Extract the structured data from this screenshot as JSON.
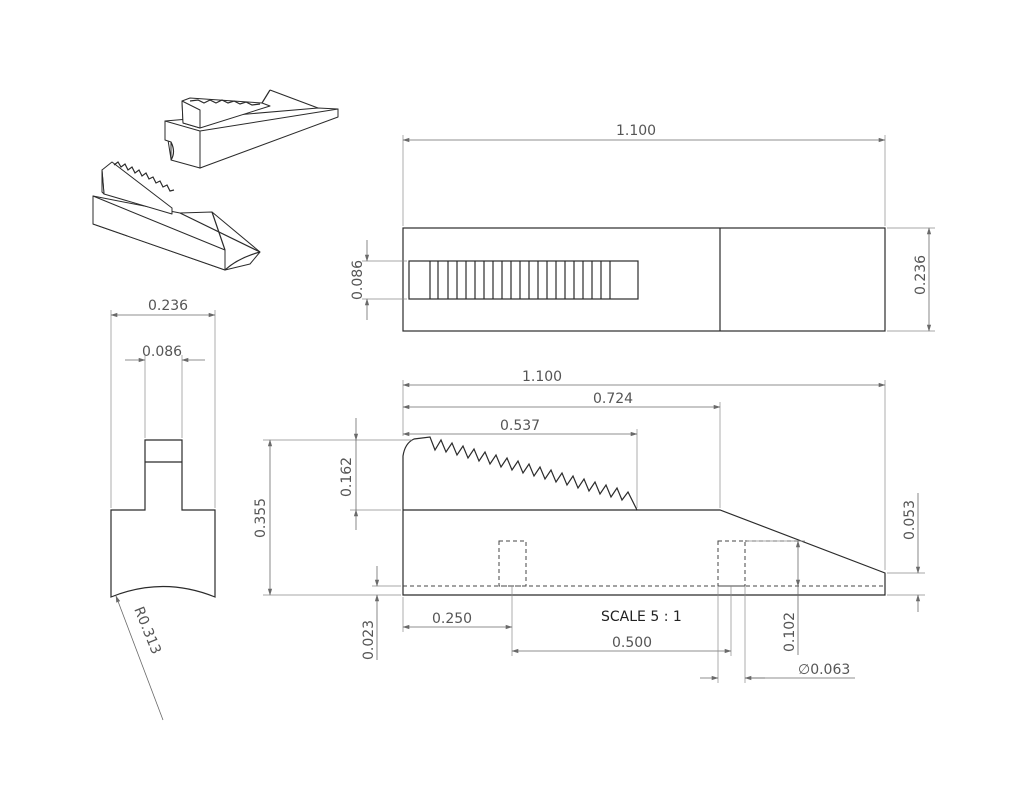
{
  "dimensions": {
    "top_length": "1.100",
    "top_slot_width": "0.086",
    "top_width": "0.236",
    "end_width": "0.236",
    "end_slot_width": "0.086",
    "end_radius": "R0.313",
    "side_length": "1.100",
    "side_flat_length": "0.724",
    "side_teeth_length": "0.537",
    "side_teeth_height": "0.162",
    "side_total_height": "0.355",
    "side_tip_height": "0.053",
    "side_base_thickness": "0.023",
    "pin_offset": "0.250",
    "pin_spacing": "0.500",
    "pin_height": "0.102",
    "pin_diameter": "0.063"
  },
  "diameter_symbol": "∅",
  "scale_label": "SCALE 5 : 1"
}
